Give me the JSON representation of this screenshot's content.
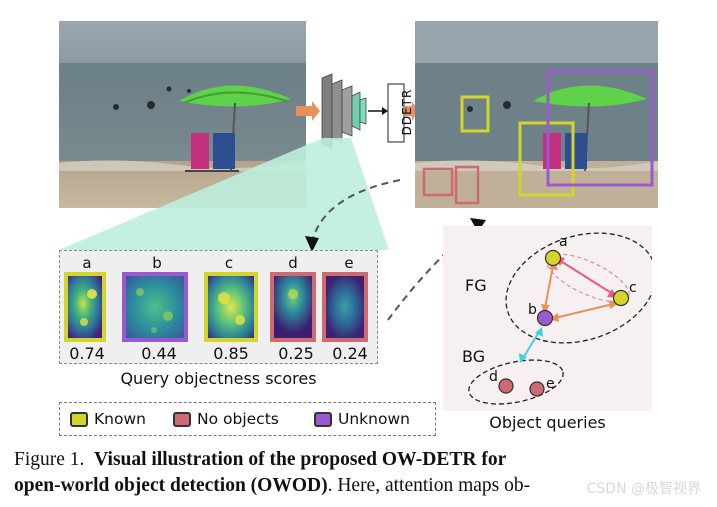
{
  "detr_label": "DDETR",
  "queries": [
    {
      "letter": "a",
      "score": "0.74",
      "category": "known",
      "border": "#d4d42a"
    },
    {
      "letter": "b",
      "score": "0.44",
      "category": "unknown",
      "border": "#9b59d0"
    },
    {
      "letter": "c",
      "score": "0.85",
      "category": "known",
      "border": "#d4d42a"
    },
    {
      "letter": "d",
      "score": "0.25",
      "category": "no-object",
      "border": "#d06a72"
    },
    {
      "letter": "e",
      "score": "0.24",
      "category": "no-object",
      "border": "#d06a72"
    }
  ],
  "panel_title": "Query objectness scores",
  "legend": {
    "known": "Known",
    "no_objects": "No objects",
    "unknown": "Unknown"
  },
  "queries_panel": {
    "fg": "FG",
    "bg": "BG",
    "title": "Object queries",
    "nodes": {
      "a": "a",
      "b": "b",
      "c": "c",
      "d": "d",
      "e": "e"
    }
  },
  "colors": {
    "known": "#d4d42a",
    "unknown": "#9b59d0",
    "no_object": "#d06a72",
    "arrow": "#e8915a",
    "teal": "#a8e6cf"
  },
  "caption": {
    "figure_label": "Figure 1.",
    "bold_title": "Visual illustration of the proposed OW-DETR for",
    "bold_line2": "open-world object detection (OWOD)",
    "rest_line2": ". Here, attention maps ob-"
  },
  "watermark": "CSDN @极智视界"
}
